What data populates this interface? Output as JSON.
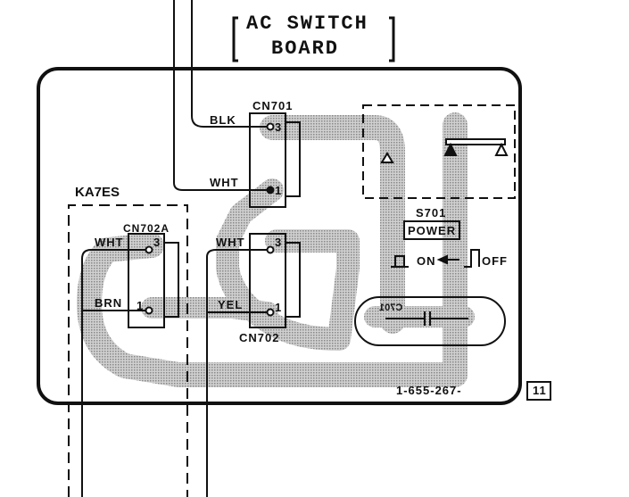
{
  "title": {
    "line1": "AC SWITCH",
    "line2": "BOARD"
  },
  "board_label": "KA7ES",
  "connectors": {
    "cn701": {
      "name": "CN701",
      "pins": [
        "3",
        "1"
      ],
      "wires": [
        "BLK",
        "WHT"
      ]
    },
    "cn702a": {
      "name": "CN702A",
      "pins": [
        "3",
        "1"
      ],
      "wires": [
        "WHT",
        "BRN"
      ]
    },
    "cn702": {
      "name": "CN702",
      "pins": [
        "3",
        "1"
      ],
      "wires": [
        "WHT",
        "YEL"
      ]
    }
  },
  "switch": {
    "ref": "S701",
    "name": "POWER",
    "on": "ON",
    "off": "OFF"
  },
  "capacitor": {
    "ref": "C701"
  },
  "part_number": "1-655-267-",
  "page_ref": "11",
  "colors": {
    "ink": "#111111",
    "trace": "#b8b8b8"
  }
}
